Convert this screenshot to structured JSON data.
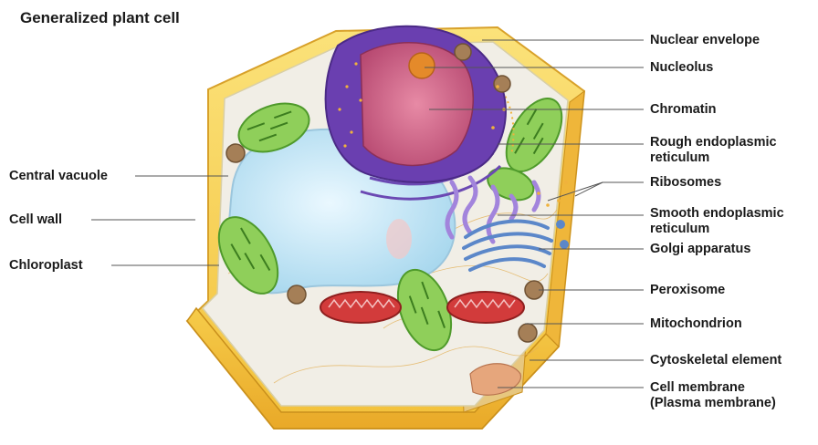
{
  "title": "Generalized plant cell",
  "labels": {
    "central_vacuole": "Central vacuole",
    "cell_wall": "Cell wall",
    "chloroplast": "Chloroplast",
    "nuclear_envelope": "Nuclear envelope",
    "nucleolus": "Nucleolus",
    "chromatin": "Chromatin",
    "rough_er": [
      "Rough endoplasmic",
      "reticulum"
    ],
    "ribosomes": "Ribosomes",
    "smooth_er": [
      "Smooth endoplasmic",
      "reticulum"
    ],
    "golgi": "Golgi apparatus",
    "peroxisome": "Peroxisome",
    "mitochondrion": "Mitochondrion",
    "cytoskeletal": "Cytoskeletal element",
    "cell_membrane": [
      "Cell membrane",
      "(Plasma membrane)"
    ]
  },
  "colors": {
    "cell_wall": "#f5c542",
    "cytoplasm": "#f1eee6",
    "vacuole": "#bfe3f3",
    "nucleus": "#6a3fb0",
    "chromatin": "#d66a8a",
    "nucleolus": "#e48a2a",
    "chloroplast": "#8fcf5a",
    "mitochondrion": "#d23b3b",
    "er": "#8b6cc8",
    "golgi": "#5b87c9",
    "peroxisome": "#a57f57"
  }
}
